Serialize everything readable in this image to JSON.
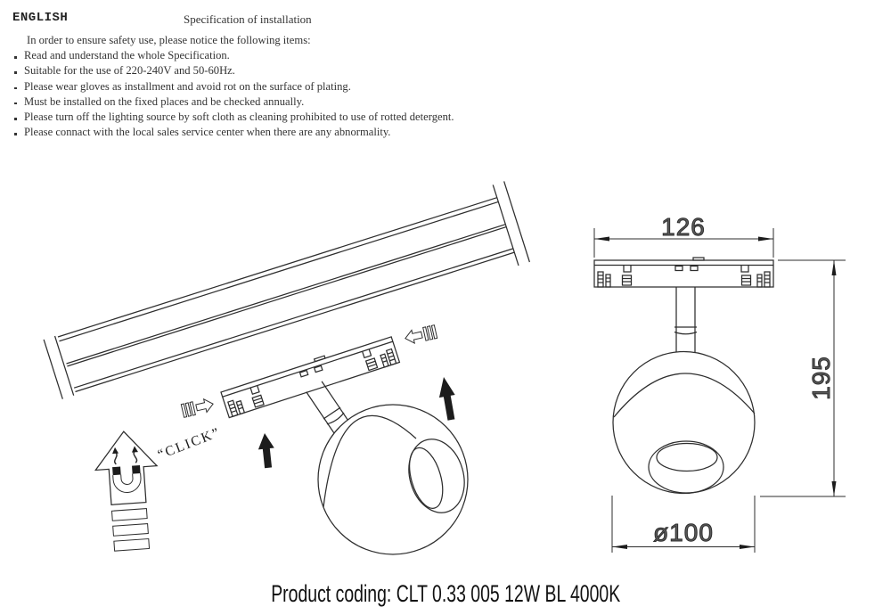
{
  "header": {
    "language": "ENGLISH",
    "title": "Specification of installation"
  },
  "notice": {
    "intro": "In order to ensure safety use, please notice the following items:",
    "items": [
      "Read and understand the whole Specification.",
      "Suitable for the use of 220-240V and 50-60Hz.",
      "Please wear gloves as installment and avoid rot on the surface of plating.",
      "Must be installed on the fixed places and be checked annually.",
      "Please turn off the lighting source by soft cloth as cleaning prohibited to use of rotted detergent.",
      "Please connact with the local sales service center when there are any abnormality."
    ]
  },
  "installation_diagram": {
    "click_label": "“CLICK”"
  },
  "dimension_diagram": {
    "width_mm": "126",
    "height_mm": "195",
    "diameter_mm": "ø100"
  },
  "footer": {
    "label": "Product coding:",
    "value": "CLT 0.33 005 12W BL 4000K"
  },
  "colors": {
    "line": "#2b2b2b",
    "text": "#222222",
    "background": "#ffffff"
  }
}
